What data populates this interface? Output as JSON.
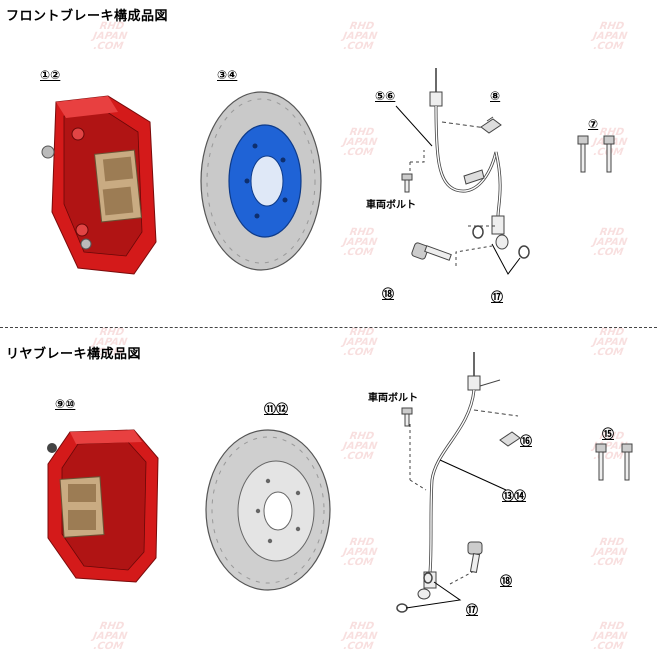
{
  "sections": {
    "front_title": "フロントブレーキ構成品図",
    "rear_title": "リヤブレーキ構成品図"
  },
  "callouts": {
    "front_caliper": "①②",
    "front_rotor": "③④",
    "front_hose": "⑤⑥",
    "front_clip": "⑧",
    "front_bolts": "⑦",
    "front_banjo_bolt": "⑱",
    "front_washers": "⑰",
    "rear_caliper": "⑨⑩",
    "rear_rotor": "⑪⑫",
    "rear_hose": "⑬⑭",
    "rear_clip": "⑯",
    "rear_bolts": "⑮",
    "rear_banjo_bolt": "⑱",
    "rear_washers": "⑰"
  },
  "labels": {
    "vehicle_bolt_front": "車両ボルト",
    "vehicle_bolt_rear": "車両ボルト"
  },
  "watermark": {
    "line1": "RHD",
    "line2": "JAPAN",
    "line3": ".COM"
  },
  "colors": {
    "caliper_red": "#d41a1a",
    "rotor_hat_blue": "#1f63d6",
    "rotor_gray": "#c9c9c9"
  }
}
